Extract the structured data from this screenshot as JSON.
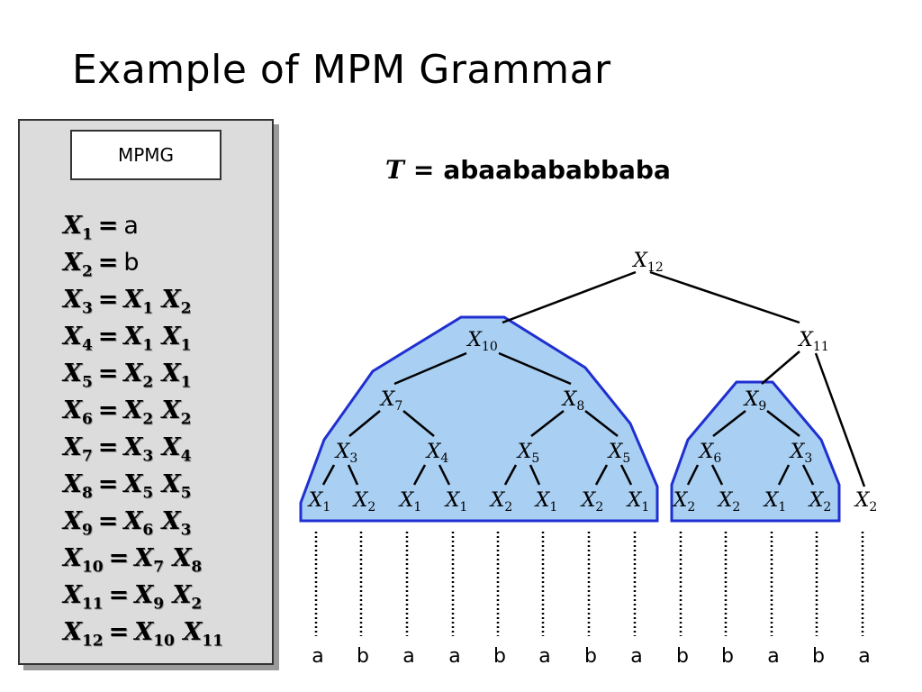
{
  "title": "Example of MPM Grammar",
  "panel": {
    "label": "MPMG",
    "rules": [
      {
        "lhs": {
          "v": "X",
          "s": "1"
        },
        "rhs": [],
        "term": "a"
      },
      {
        "lhs": {
          "v": "X",
          "s": "2"
        },
        "rhs": [],
        "term": "b"
      },
      {
        "lhs": {
          "v": "X",
          "s": "3"
        },
        "rhs": [
          {
            "v": "X",
            "s": "1"
          },
          {
            "v": "X",
            "s": "2"
          }
        ]
      },
      {
        "lhs": {
          "v": "X",
          "s": "4"
        },
        "rhs": [
          {
            "v": "X",
            "s": "1"
          },
          {
            "v": "X",
            "s": "1"
          }
        ]
      },
      {
        "lhs": {
          "v": "X",
          "s": "5"
        },
        "rhs": [
          {
            "v": "X",
            "s": "2"
          },
          {
            "v": "X",
            "s": "1"
          }
        ]
      },
      {
        "lhs": {
          "v": "X",
          "s": "6"
        },
        "rhs": [
          {
            "v": "X",
            "s": "2"
          },
          {
            "v": "X",
            "s": "2"
          }
        ]
      },
      {
        "lhs": {
          "v": "X",
          "s": "7"
        },
        "rhs": [
          {
            "v": "X",
            "s": "3"
          },
          {
            "v": "X",
            "s": "4"
          }
        ]
      },
      {
        "lhs": {
          "v": "X",
          "s": "8"
        },
        "rhs": [
          {
            "v": "X",
            "s": "5"
          },
          {
            "v": "X",
            "s": "5"
          }
        ]
      },
      {
        "lhs": {
          "v": "X",
          "s": "9"
        },
        "rhs": [
          {
            "v": "X",
            "s": "6"
          },
          {
            "v": "X",
            "s": "3"
          }
        ]
      },
      {
        "lhs": {
          "v": "X",
          "s": "10"
        },
        "rhs": [
          {
            "v": "X",
            "s": "7"
          },
          {
            "v": "X",
            "s": "8"
          }
        ]
      },
      {
        "lhs": {
          "v": "X",
          "s": "11"
        },
        "rhs": [
          {
            "v": "X",
            "s": "9"
          },
          {
            "v": "X",
            "s": "2"
          }
        ]
      },
      {
        "lhs": {
          "v": "X",
          "s": "12"
        },
        "rhs": [
          {
            "v": "X",
            "s": "10"
          },
          {
            "v": "X",
            "s": "11"
          }
        ]
      }
    ]
  },
  "text_line": {
    "var": "T",
    "eq": "=",
    "value": "abaababab​baba"
  },
  "tree": {
    "nodes": [
      {
        "id": "x12",
        "v": "X",
        "s": "12"
      },
      {
        "id": "x10",
        "v": "X",
        "s": "10"
      },
      {
        "id": "x11",
        "v": "X",
        "s": "11"
      },
      {
        "id": "x7",
        "v": "X",
        "s": "7"
      },
      {
        "id": "x8",
        "v": "X",
        "s": "8"
      },
      {
        "id": "x9",
        "v": "X",
        "s": "9"
      },
      {
        "id": "x3a",
        "v": "X",
        "s": "3"
      },
      {
        "id": "x4",
        "v": "X",
        "s": "4"
      },
      {
        "id": "x5a",
        "v": "X",
        "s": "5"
      },
      {
        "id": "x5b",
        "v": "X",
        "s": "5"
      },
      {
        "id": "x6",
        "v": "X",
        "s": "6"
      },
      {
        "id": "x3b",
        "v": "X",
        "s": "3"
      }
    ],
    "bottom": [
      {
        "v": "X",
        "s": "1"
      },
      {
        "v": "X",
        "s": "2"
      },
      {
        "v": "X",
        "s": "1"
      },
      {
        "v": "X",
        "s": "1"
      },
      {
        "v": "X",
        "s": "2"
      },
      {
        "v": "X",
        "s": "1"
      },
      {
        "v": "X",
        "s": "2"
      },
      {
        "v": "X",
        "s": "1"
      },
      {
        "v": "X",
        "s": "2"
      },
      {
        "v": "X",
        "s": "2"
      },
      {
        "v": "X",
        "s": "1"
      },
      {
        "v": "X",
        "s": "2"
      },
      {
        "v": "X",
        "s": "2"
      }
    ],
    "leaves": [
      "a",
      "b",
      "a",
      "a",
      "b",
      "a",
      "b",
      "a",
      "b",
      "b",
      "a",
      "b",
      "a"
    ],
    "colors": {
      "fill": "#a9cff3",
      "stroke": "#1f2fd0",
      "line": "#000000"
    }
  }
}
